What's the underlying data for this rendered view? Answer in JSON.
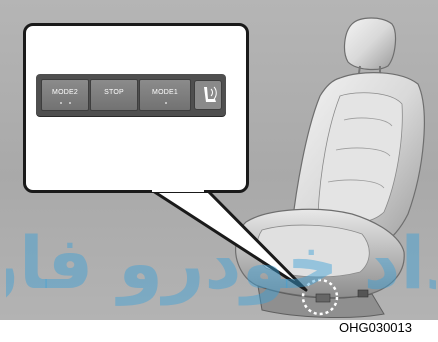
{
  "control_panel": {
    "buttons": [
      {
        "id": "mode2",
        "label": "MODE2",
        "dots": 2
      },
      {
        "id": "stop",
        "label": "STOP",
        "dots": 0
      },
      {
        "id": "mode1",
        "label": "MODE1",
        "dots": 1
      }
    ],
    "seat_button_icon": "seat-icon"
  },
  "image_code": "OHG030013",
  "watermark": {
    "text": "امداد خودرو فارما",
    "color": "#3aa0d8"
  }
}
